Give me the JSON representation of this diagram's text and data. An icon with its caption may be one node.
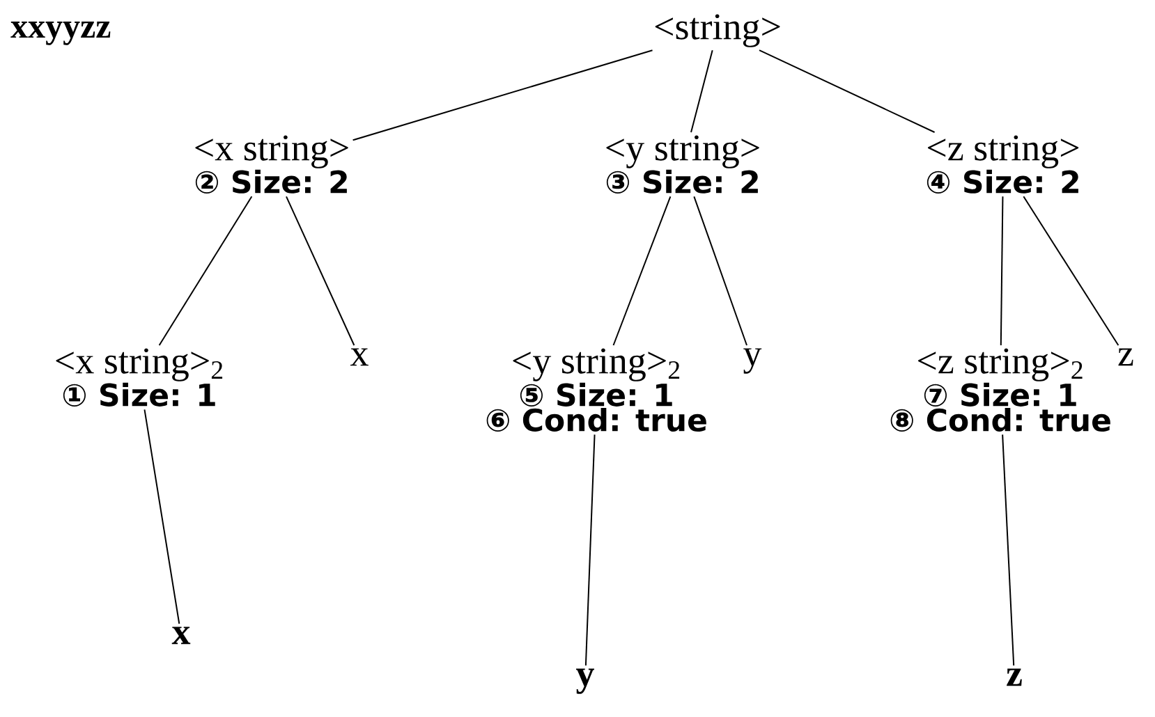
{
  "diagram": {
    "nodes": [
      {
        "text": [
          "<string>"
        ]
      },
      {
        "text": [
          "<x string>",
          "② Size: 2"
        ]
      },
      {
        "text": [
          "<y string>",
          "③ Size: 2"
        ]
      },
      {
        "text": [
          "<z string>",
          "④ Size: 2"
        ]
      },
      {
        "text": [
          "<x string>$_{2}$",
          "① Size: 1"
        ]
      },
      {
        "text": [
          "x"
        ]
      },
      {
        "text": [
          "<y string>$_{2}$",
          "⑤ Size: 1",
          "⑥ Cond: true"
        ]
      },
      {
        "text": [
          "y"
        ]
      },
      {
        "text": [
          "<z string>$_{2}$",
          "⑦ Size: 1",
          "⑧ Cond: true"
        ]
      },
      {
        "text": [
          "z"
        ]
      },
      {
        "text": [
          "x"
        ]
      },
      {
        "text": [
          "y"
        ]
      },
      {
        "text": [
          "z"
        ]
      }
    ],
    "edges": [
      {
        "from": 0,
        "to": 1,
        "arrow": "none"
      },
      {
        "from": 0,
        "to": 2,
        "arrow": "none"
      },
      {
        "from": 0,
        "to": 3,
        "arrow": "none"
      },
      {
        "from": 1,
        "to": 4,
        "arrow": "none"
      },
      {
        "from": 1,
        "to": 5,
        "arrow": "none"
      },
      {
        "from": 2,
        "to": 6,
        "arrow": "none"
      },
      {
        "from": 2,
        "to": 7,
        "arrow": "none"
      },
      {
        "from": 3,
        "to": 8,
        "arrow": "none"
      },
      {
        "from": 3,
        "to": 9,
        "arrow": "none"
      },
      {
        "from": 4,
        "to": 10,
        "arrow": "none"
      },
      {
        "from": 6,
        "to": 11,
        "arrow": "none"
      },
      {
        "from": 8,
        "to": 12,
        "arrow": "none"
      }
    ],
    "labels": [
      "xxyyzz"
    ]
  }
}
